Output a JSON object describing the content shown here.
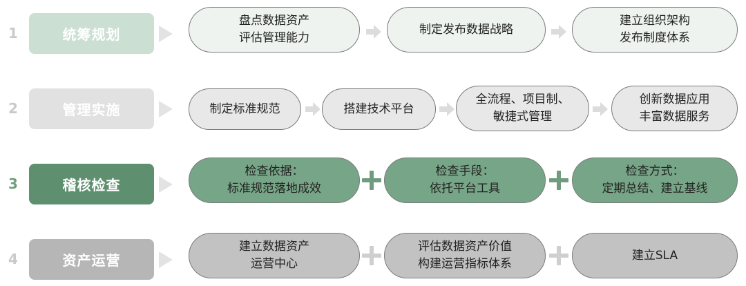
{
  "colors": {
    "row1_stage": "#cbdfd2",
    "row1_pill": "#eef3f0",
    "row2_stage": "#e1e1e1",
    "row2_pill": "#e8e8e8",
    "row3_stage": "#5e8f6f",
    "row3_pill": "#77a587",
    "row4_stage": "#b6b6b6",
    "row4_pill": "#c2c2c2",
    "arrow": "#dcdcdc",
    "plus_green": "#6f9c7e",
    "plus_grey": "#cfcfcf"
  },
  "rows": [
    {
      "number": "1",
      "stage": "统筹规划",
      "connector": "arrow",
      "items": [
        {
          "lines": [
            "盘点数据资产",
            "评估管理能力"
          ]
        },
        {
          "lines": [
            "制定发布数据战略"
          ]
        },
        {
          "lines": [
            "建立组织架构",
            "发布制度体系"
          ]
        }
      ]
    },
    {
      "number": "2",
      "stage": "管理实施",
      "connector": "arrow",
      "items": [
        {
          "lines": [
            "制定标准规范"
          ]
        },
        {
          "lines": [
            "搭建技术平台"
          ]
        },
        {
          "lines": [
            "全流程、项目制、",
            "敏捷式管理"
          ]
        },
        {
          "lines": [
            "创新数据应用",
            "丰富数据服务"
          ]
        }
      ]
    },
    {
      "number": "3",
      "stage": "稽核检查",
      "connector": "plus",
      "items": [
        {
          "lines": [
            "检查依据：",
            "标准规范落地成效"
          ]
        },
        {
          "lines": [
            "检查手段：",
            "依托平台工具"
          ]
        },
        {
          "lines": [
            "检查方式：",
            "定期总结、建立基线"
          ]
        }
      ]
    },
    {
      "number": "4",
      "stage": "资产运营",
      "connector": "plus",
      "items": [
        {
          "lines": [
            "建立数据资产",
            "运营中心"
          ]
        },
        {
          "lines": [
            "评估数据资产价值",
            "构建运营指标体系"
          ]
        },
        {
          "lines": [
            "建立SLA"
          ]
        }
      ]
    }
  ]
}
